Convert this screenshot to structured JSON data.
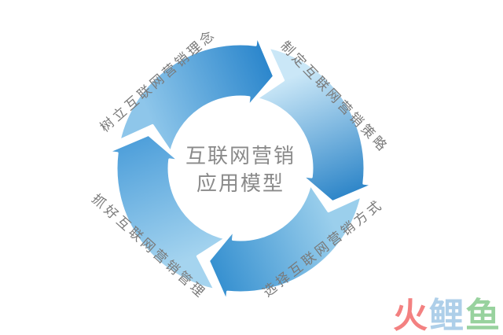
{
  "diagram": {
    "title": "互联网营销应用模型",
    "center_title": {
      "line1": "互联网营销",
      "line2": "应用模型"
    },
    "flow": "clockwise",
    "steps": [
      {
        "label": "树立互联网营销理念",
        "position": "top-left"
      },
      {
        "label": "制定互联网营销策略",
        "position": "top-right"
      },
      {
        "label": "选择互联网营销方式",
        "position": "bottom-right"
      },
      {
        "label": "抓好互联网营销管理",
        "position": "bottom-left"
      }
    ],
    "arrows": [
      {
        "name": "top-left",
        "from": "#8ec6ea",
        "to": "#2b86cc"
      },
      {
        "name": "top-right",
        "from": "#cae7f7",
        "to": "#2d85c8"
      },
      {
        "name": "bottom-right",
        "from": "#9bcfec",
        "to": "#3690d0"
      },
      {
        "name": "bottom-left",
        "from": "#a5d4ef",
        "to": "#4e9fda"
      }
    ],
    "colors": {
      "background": "#ffffff",
      "center_text": "#8a8a8a",
      "label_text": "#7a7a7a",
      "arrow_outline": "#ffffff"
    }
  },
  "watermark": {
    "text": "火鲤鱼",
    "chars": [
      {
        "text": "火",
        "color": "#f38181"
      },
      {
        "text": "鲤",
        "color": "#aecfe9"
      },
      {
        "text": "鱼",
        "color": "#98d29e"
      }
    ]
  }
}
